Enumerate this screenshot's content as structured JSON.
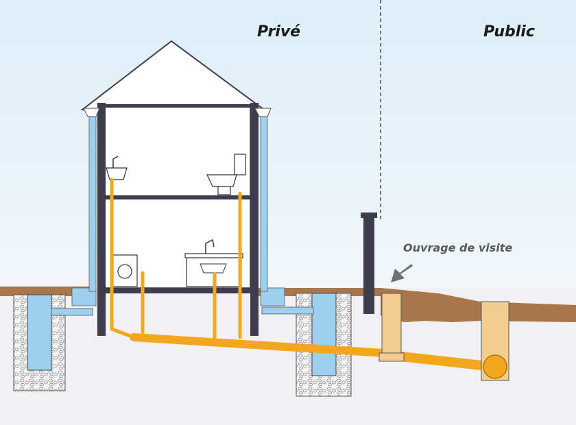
{
  "zones": {
    "private_label": "Privé",
    "public_label": "Public"
  },
  "callout": {
    "label": "Ouvrage de visite"
  },
  "colors": {
    "sky_top": "#dceef7",
    "sky_bottom": "#f3f7fa",
    "ground": "#f1f0f3",
    "soil": "#a8764a",
    "drain_pipe": "#f2a71f",
    "rainwater": "#9cd0ee",
    "wall": "#3f3d4d",
    "inspection_chamber": "#f4cd8e",
    "gravel": "#d7d7d7",
    "arrow": "#707070"
  }
}
